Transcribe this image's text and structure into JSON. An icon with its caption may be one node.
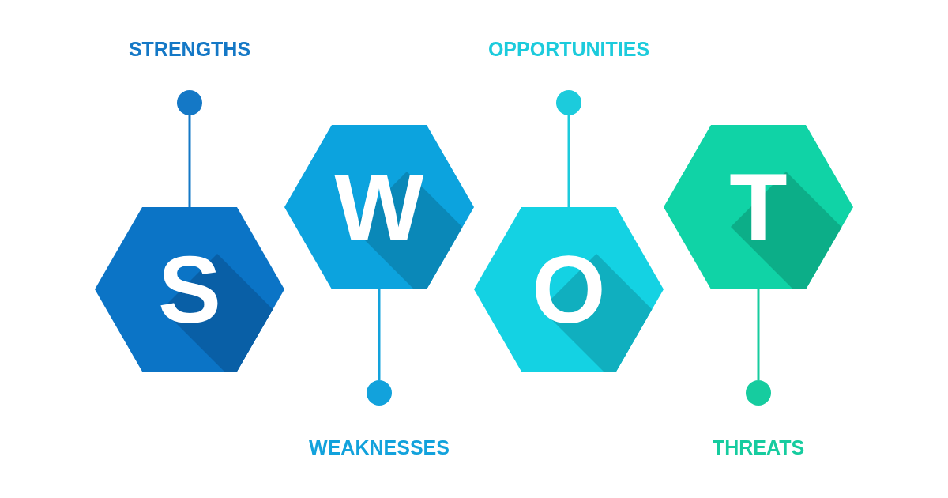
{
  "diagram": {
    "nodes": [
      {
        "text": [
          "S"
        ]
      },
      {
        "text": [],
        "shape": "circle"
      },
      {
        "text": [
          "W"
        ]
      },
      {
        "text": [],
        "shape": "circle"
      },
      {
        "text": [
          "O"
        ]
      },
      {
        "text": [],
        "shape": "circle"
      },
      {
        "text": [
          "T"
        ]
      },
      {
        "text": [],
        "shape": "circle"
      }
    ],
    "edges": [
      {
        "from": 0,
        "to": 1,
        "arrow": "none",
        "color": "#1478c6"
      },
      {
        "from": 2,
        "to": 3,
        "arrow": "none",
        "color": "#12a2dc"
      },
      {
        "from": 4,
        "to": 5,
        "arrow": "none",
        "color": "#1ccbdc"
      },
      {
        "from": 6,
        "to": 7,
        "arrow": "none",
        "color": "#16cc9f"
      }
    ],
    "labels": [
      "STRENGTHS",
      "OPPORTUNITIES",
      "WEAKNESSES",
      "THREATS"
    ]
  }
}
